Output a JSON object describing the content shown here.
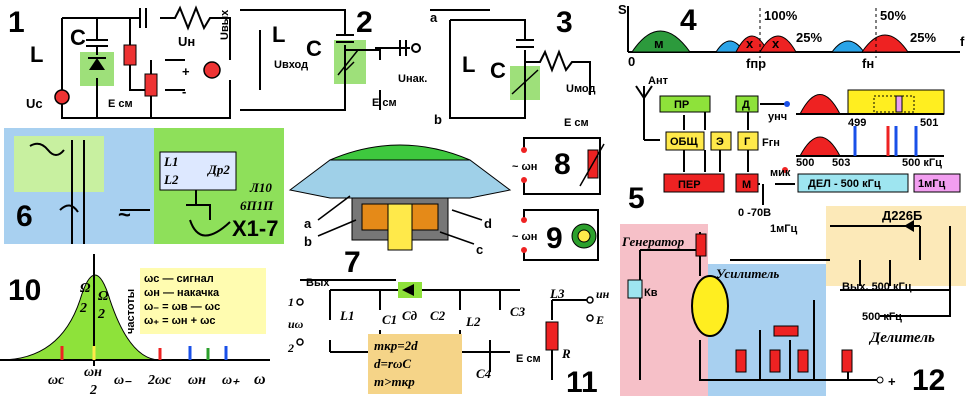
{
  "panel_numbers": {
    "p1": "1",
    "p2": "2",
    "p3": "3",
    "p4": "4",
    "p5": "5",
    "p6": "6",
    "p7": "7",
    "p8": "8",
    "p9": "9",
    "p10": "10",
    "p11": "11",
    "p12": "12"
  },
  "p1": {
    "L": "L",
    "C": "C",
    "Uc": "Uc",
    "Uh": "Uн",
    "E": "E см",
    "plus": "+",
    "minus": "-"
  },
  "p2": {
    "L": "L",
    "C": "C",
    "Uvyh": "Uвых",
    "Uvhod": "Uвход",
    "Unak": "Uнак.",
    "E": "E см"
  },
  "p3": {
    "a": "a",
    "b": "b",
    "L": "L",
    "C": "C",
    "Umod": "Uмод",
    "E": "E см"
  },
  "p4": {
    "S": "S",
    "f": "f",
    "zero": "0",
    "m": "м",
    "x1": "х",
    "x2": "х",
    "pct100": "100%",
    "pct50": "50%",
    "pct25a": "25%",
    "pct25b": "25%",
    "fpr": "fпр",
    "fn": "fн"
  },
  "p5": {
    "ant": "Ант",
    "pr": "ПР",
    "d": "Д",
    "unch": "унч",
    "obsh": "ОБЩ",
    "e": "Э",
    "g": "Г",
    "fgn": "Fгн",
    "per": "ПЕР",
    "m": "М",
    "mik": "мик",
    "del": "ДЕЛ - 500 кГц",
    "mhz": "1мГц",
    "f499": "499",
    "f501": "501",
    "f500": "500",
    "f503": "503",
    "f500k": "500 кГц",
    "volt": "0 -70В"
  },
  "p6": {
    "L1": "L1",
    "L2": "L2",
    "dr": "Др2",
    "l10": "Л10",
    "tube": "6П1П",
    "x": "Х1-7",
    "tilde": "~"
  },
  "p7": {
    "a": "a",
    "b": "b",
    "c": "c",
    "d": "d"
  },
  "p8": {
    "w": "~ ωн"
  },
  "p9": {
    "w": "~ ωн"
  },
  "p10": {
    "legend_title": "частоты",
    "wc": "ωс — сигнал",
    "wn": "ωн — накачка",
    "wm": "ω₋ = ωв — ωс",
    "wp": "ω₊ = ωн + ωс",
    "om": "Ω",
    "two": "2",
    "ax_wc": "ωс",
    "ax_wn": "ωн",
    "ax_wm": "ω₋",
    "ax_2wc": "2ωс",
    "ax_wn2": "ωн",
    "ax_wp": "ω₊",
    "ax_w": "ω"
  },
  "p11": {
    "vyh": "Вых",
    "in1": "1",
    "uw": "uω",
    "in2": "2",
    "L1": "L1",
    "C1": "C1",
    "Cd": "Cд",
    "C2": "C2",
    "L2": "L2",
    "C3": "C3",
    "L3": "L3",
    "C4": "C4",
    "uh": "uн",
    "e": "E",
    "Esm": "E см",
    "R": "R",
    "f1": "mкр=2d",
    "f2": "d=rωC",
    "f3": "m>mкр"
  },
  "p12": {
    "mhz": "1мГц",
    "d226": "Д226Б",
    "gen": "Генератор",
    "kv": "Кв",
    "amp": "Усилитель",
    "out": "Вых. 500 кГц",
    "in500": "500 кГц",
    "div": "Делитель",
    "plus": "+"
  }
}
